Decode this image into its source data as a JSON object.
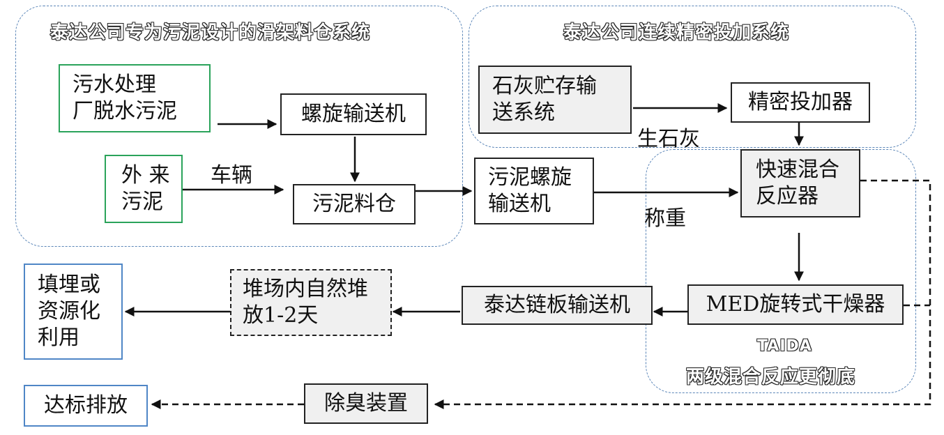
{
  "groups": {
    "silo_system": "泰达公司专为污泥设计的滑架料仓系统",
    "dosing_system": "泰达公司连续精密投加系统",
    "reactor_system_brand": "TAIDA",
    "reactor_system": "两级混合反应更彻底"
  },
  "nodes": {
    "wwtp_sludge": [
      "污水处理",
      "厂脱水污泥"
    ],
    "external_sludge": [
      "外 来",
      "污泥"
    ],
    "screw_conveyor_1": "螺旋输送机",
    "sludge_silo": "污泥料仓",
    "screw_conveyor_2": [
      "污泥螺旋",
      "输送机"
    ],
    "lime_storage": [
      "石灰贮存输",
      "送系统"
    ],
    "precision_doser": "精密投加器",
    "fast_mixing_reactor": [
      "快速混合",
      "反应器"
    ],
    "med_dryer": "MED旋转式干燥器",
    "chain_conveyor": "泰达链板输送机",
    "stockpile": [
      "堆场内自然堆",
      "放1-2天"
    ],
    "landfill_reuse": [
      "填埋或",
      "资源化",
      "利用"
    ],
    "deodorizer": "除臭装置",
    "discharge": "达标排放"
  },
  "edge_labels": {
    "vehicle": "车辆",
    "quicklime": "生石灰",
    "weighing": "称重"
  }
}
